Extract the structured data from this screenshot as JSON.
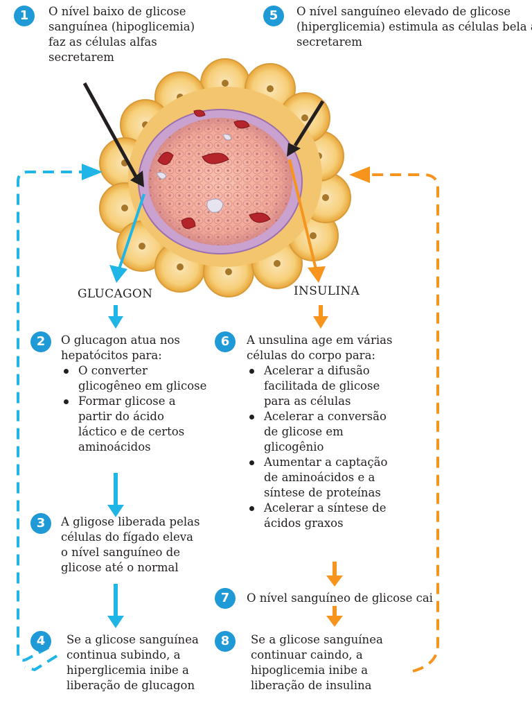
{
  "steps": {
    "s1": {
      "num": "1",
      "lines": [
        "O nível baixo de glicose",
        "sanguínea (hipoglicemia)",
        "faz as células alfas",
        "secretarem"
      ]
    },
    "s5": {
      "num": "5",
      "lines": [
        "O nível sanguíneo elevado de glicose",
        "(hiperglicemia) estimula as células bela a",
        "secretarem"
      ]
    },
    "s2": {
      "num": "2",
      "lines": [
        "O glucagon atua nos",
        "hepatócitos para:"
      ],
      "bullets": [
        [
          "O converter",
          "glicogêneo em glicose"
        ],
        [
          "Formar glicose a",
          "partir do ácido",
          "láctico e de certos",
          "aminoácidos"
        ]
      ]
    },
    "s6": {
      "num": "6",
      "lines": [
        "A unsulina age em várias",
        "células do corpo para:"
      ],
      "bullets": [
        [
          "Acelerar a difusão",
          "facilitada de glicose",
          "para as células"
        ],
        [
          "Acelerar a conversão",
          "de glicose em",
          "glicogênio"
        ],
        [
          "Aumentar a captação",
          "de aminoácidos e a",
          "síntese de proteínas"
        ],
        [
          "Acelerar a síntese de",
          "ácidos graxos"
        ]
      ]
    },
    "s3": {
      "num": "3",
      "lines": [
        "A gligose liberada pelas",
        "células do fígado eleva",
        "o nível sanguíneo de",
        "glicose até o normal"
      ]
    },
    "s7": {
      "num": "7",
      "lines": [
        "O nível sanguíneo de glicose cai"
      ]
    },
    "s4": {
      "num": "4",
      "lines": [
        "Se a glicose sanguínea",
        "continua subindo, a",
        "hiperglicemia inibe a",
        "liberação de glucagon"
      ]
    },
    "s8": {
      "num": "8",
      "lines": [
        "Se a glicose sanguínea",
        "continuar caindo, a",
        "hipoglicemia inibe a",
        "liberação de insulina"
      ]
    }
  },
  "labels": {
    "glucagon": "GLUCAGON",
    "insulina": "INSULINA"
  },
  "colors": {
    "badge": "#1f9ad6",
    "glucagon_arrow": "#1fb5e6",
    "insulin_arrow": "#f7941d",
    "stimulus_arrow": "#231f20"
  }
}
